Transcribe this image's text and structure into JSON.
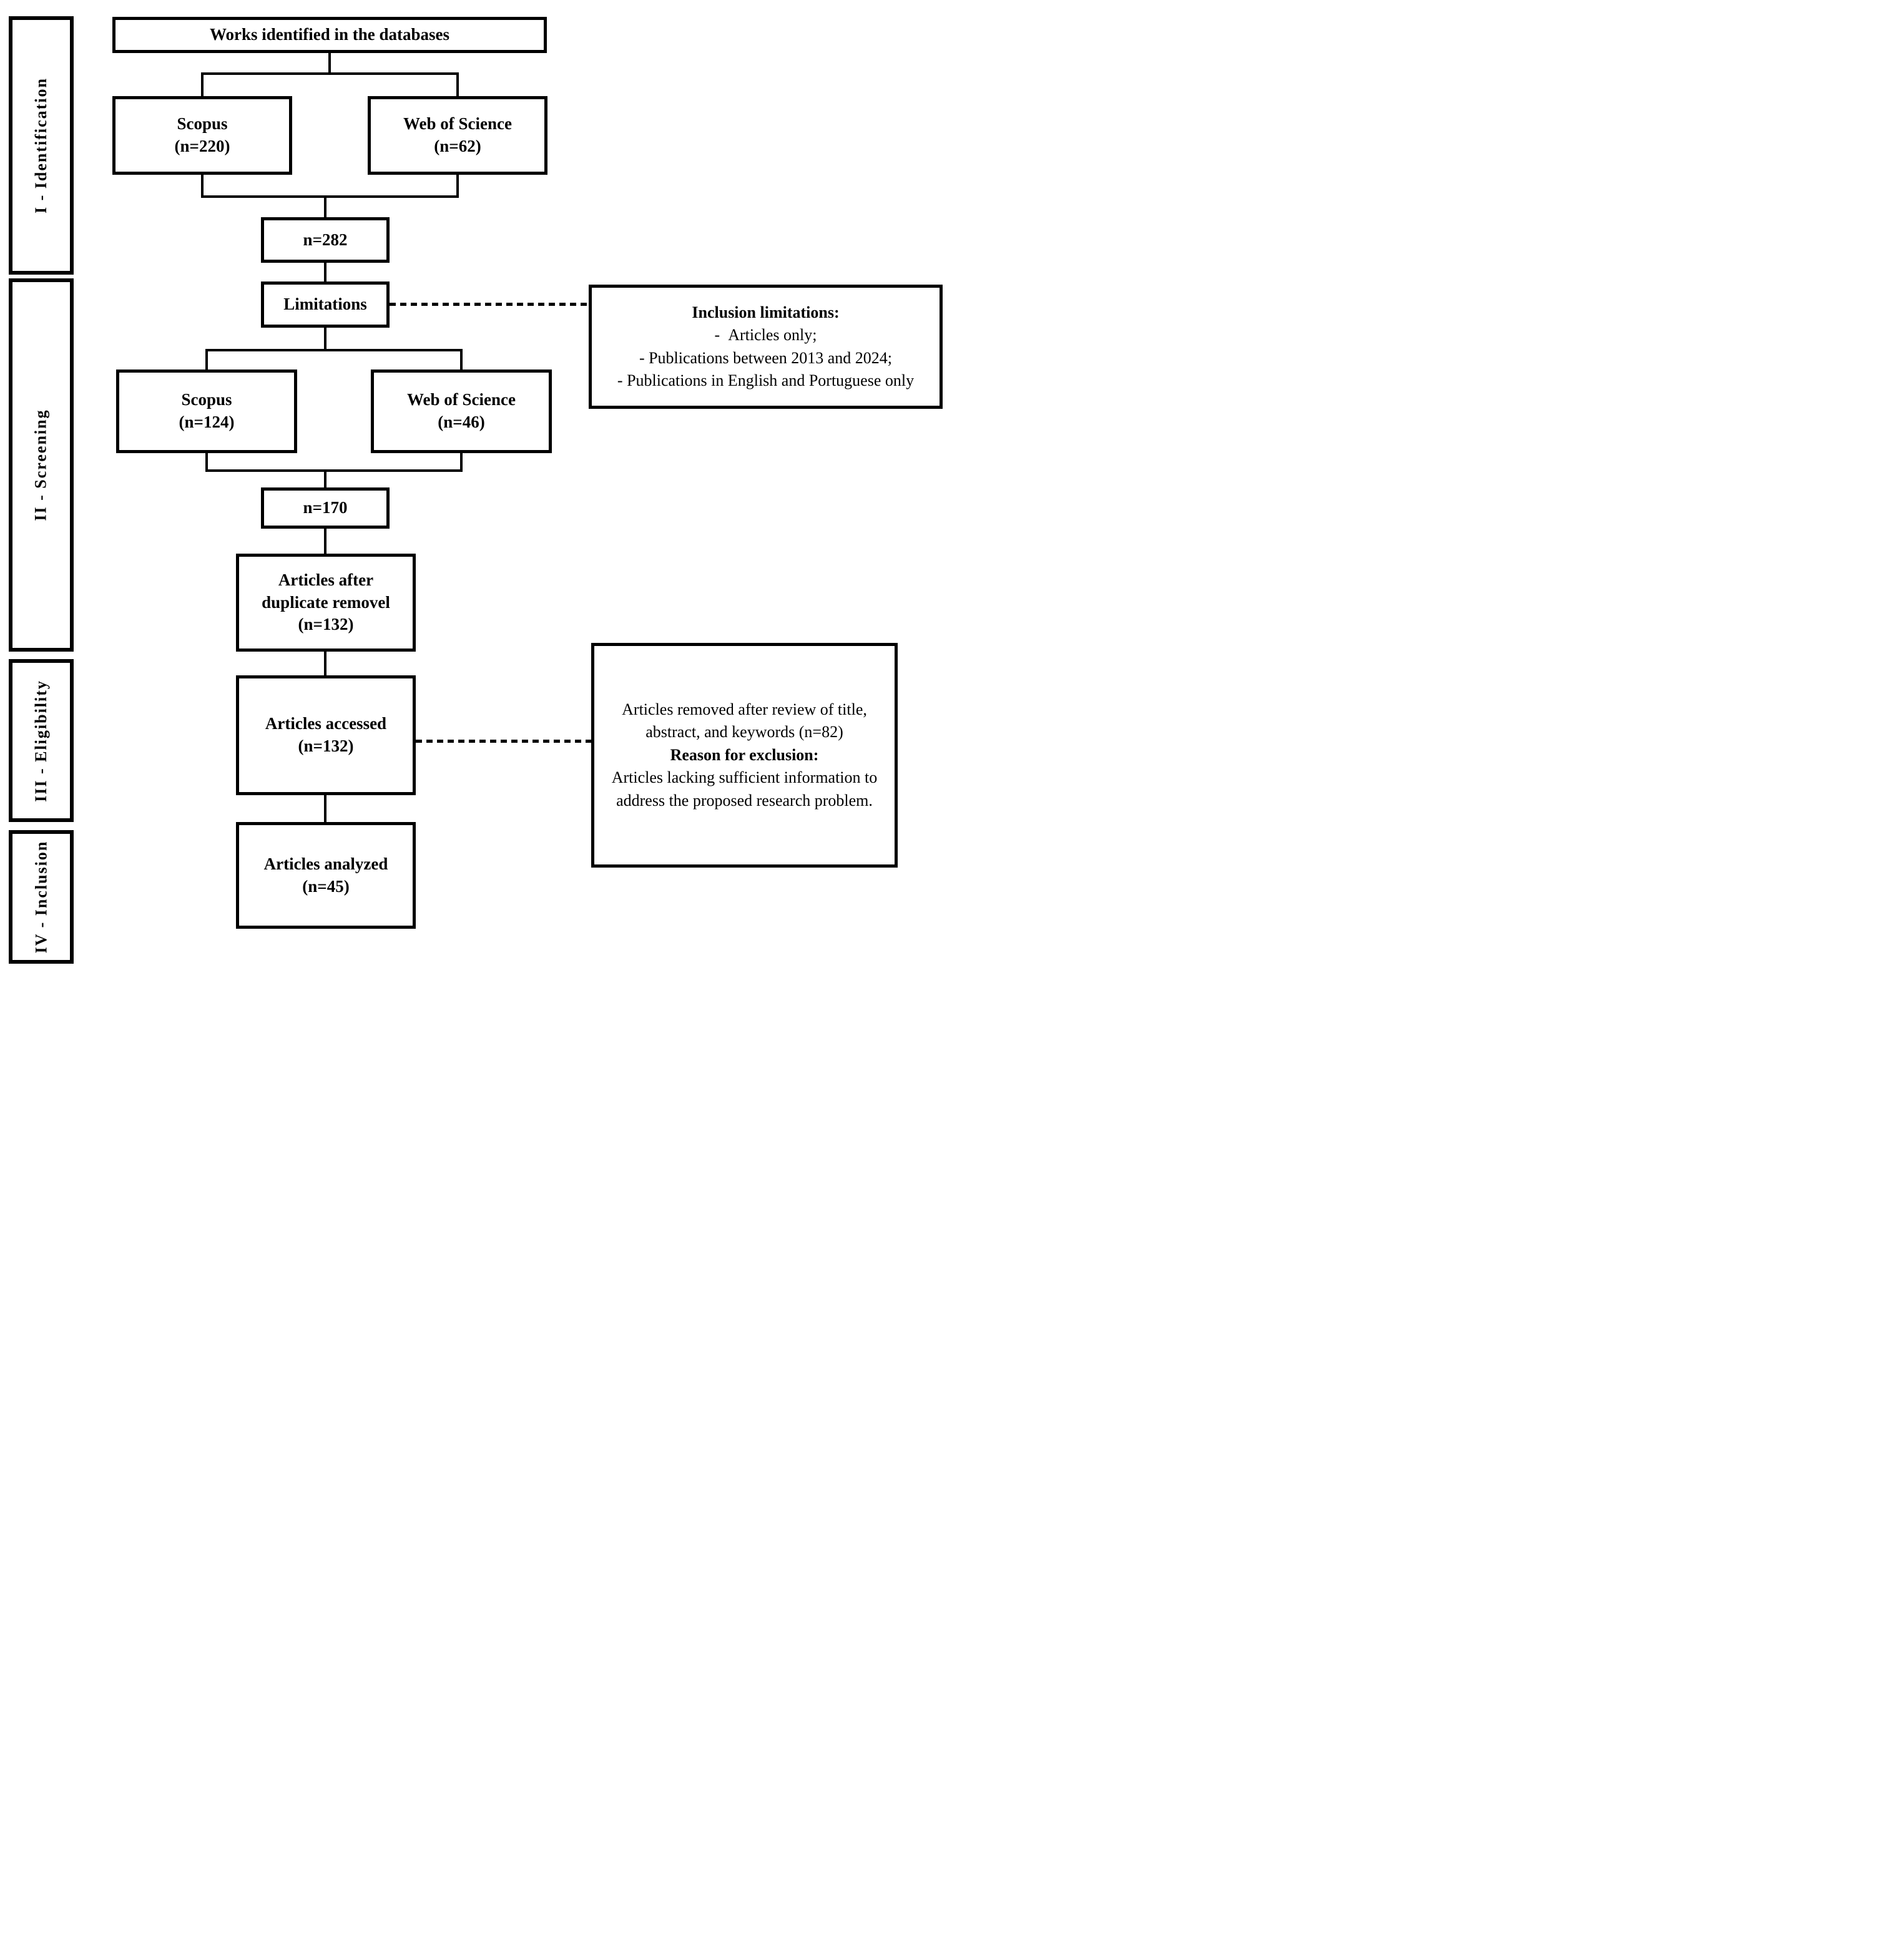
{
  "stages": [
    {
      "label": "I - Identification"
    },
    {
      "label": "II - Screening"
    },
    {
      "label": "III - Eligibility"
    },
    {
      "label": "IV - Inclusion"
    }
  ],
  "boxes": {
    "works": {
      "label": "Works identified in the databases"
    },
    "scopus_identification": {
      "line1": "Scopus",
      "line2": "(n=220)"
    },
    "wos_identification": {
      "line1": "Web of Science",
      "line2": "(n=62)"
    },
    "total_identified": {
      "label": "n=282"
    },
    "limitations": {
      "label": "Limitations"
    },
    "scopus_screening": {
      "line1": "Scopus",
      "line2": "(n=124)"
    },
    "wos_screening": {
      "line1": "Web of Science",
      "line2": "(n=46)"
    },
    "total_screened": {
      "label": "n=170"
    },
    "duplicates_removed": {
      "line1": "Articles after",
      "line2": "duplicate removel",
      "line3": "(n=132)"
    },
    "accessed": {
      "line1": "Articles accessed",
      "line2": "(n=132)"
    },
    "analyzed": {
      "line1": "Articles analyzed",
      "line2": "(n=45)"
    }
  },
  "notes": {
    "inclusion": {
      "title": "Inclusion limitations:",
      "items": [
        "-  Articles only;",
        "- Publications between 2013 and 2024;",
        "- Publications in English and Portuguese only"
      ]
    },
    "exclusion": {
      "intro": "Articles removed after review of title, abstract, and keywords (n=82)",
      "title": "Reason for exclusion:",
      "reason": "Articles lacking sufficient information to address the proposed research problem."
    }
  },
  "colors": {
    "ink": "#000000",
    "paper": "#ffffff"
  }
}
